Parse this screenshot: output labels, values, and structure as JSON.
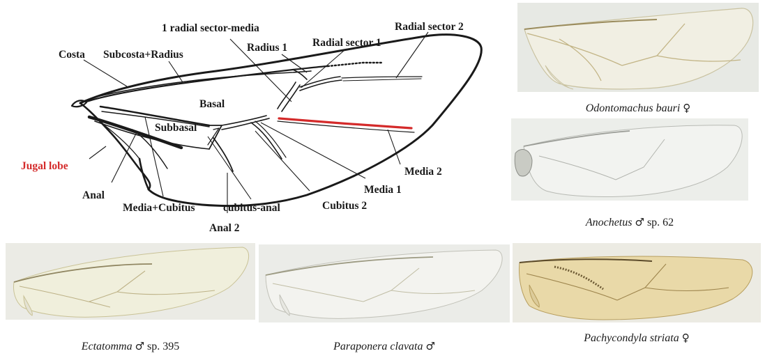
{
  "diagram": {
    "labels": {
      "costa": "Costa",
      "subcosta_radius": "Subcosta+Radius",
      "one_radial_sector_media": "1 radial sector-media",
      "radius_1": "Radius 1",
      "radial_sector_1": "Radial sector 1",
      "radial_sector_2": "Radial sector 2",
      "basal": "Basal",
      "subbasal": "Subbasal",
      "jugal_lobe": "Jugal lobe",
      "anal": "Anal",
      "media_cubitus": "Media+Cubitus",
      "cubitus_anal": "cubitus-anal",
      "anal_2": "Anal 2",
      "cubitus_2": "Cubitus 2",
      "media_1": "Media 1",
      "media_2": "Media 2"
    },
    "colors": {
      "highlight": "#d42a2a",
      "vein": "#1a1a1a"
    }
  },
  "specimens": [
    {
      "id": "odontomachus",
      "species": "Odontomachus bauri",
      "sex": "♀",
      "suffix": ""
    },
    {
      "id": "anochetus",
      "species": "Anochetus",
      "sex": "♂",
      "suffix": "sp. 62"
    },
    {
      "id": "ectatomma",
      "species": "Ectatomma",
      "sex": "♂",
      "suffix": "sp. 395"
    },
    {
      "id": "paraponera",
      "species": "Paraponera clavata",
      "sex": "♂",
      "suffix": ""
    },
    {
      "id": "pachycondyla",
      "species": "Pachycondyla striata",
      "sex": "♀",
      "suffix": ""
    }
  ]
}
